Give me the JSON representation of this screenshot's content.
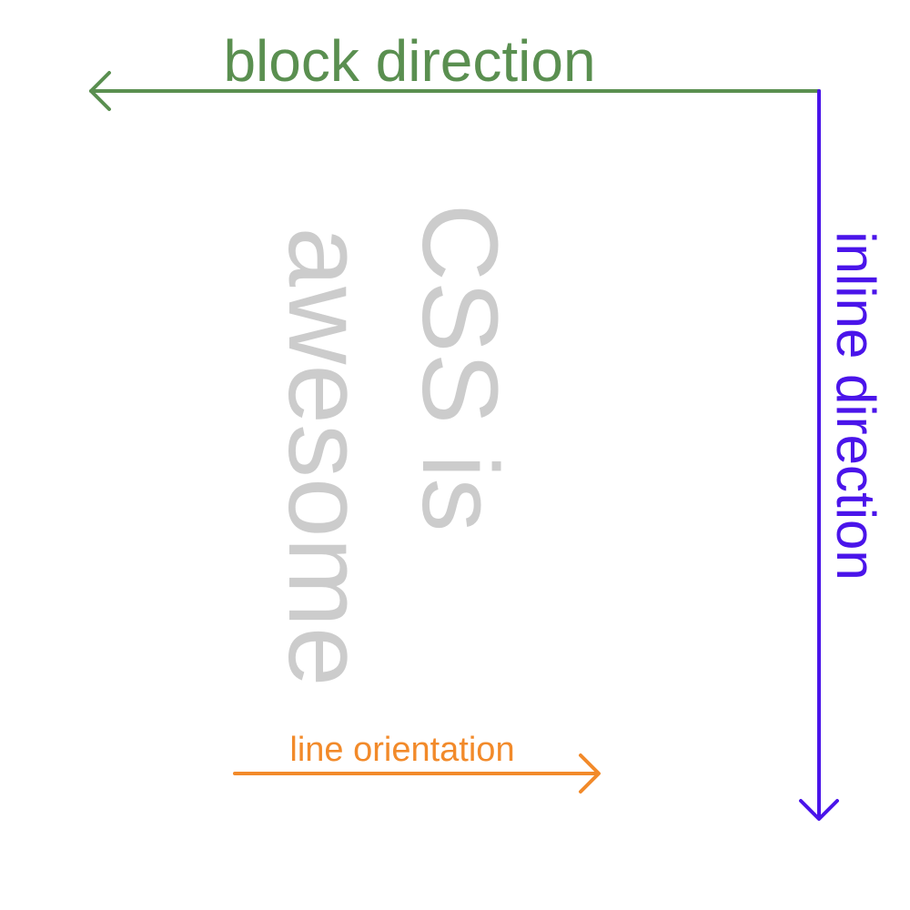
{
  "block_direction": {
    "label": "block direction",
    "color": "#5a8f50"
  },
  "inline_direction": {
    "label": "inline direction",
    "color": "#4a14ea"
  },
  "sample_text": {
    "lines": [
      "CSS is",
      "awesome"
    ],
    "color": "#cccccc"
  },
  "line_orientation": {
    "label": "line orientation",
    "color": "#f28a2a"
  }
}
